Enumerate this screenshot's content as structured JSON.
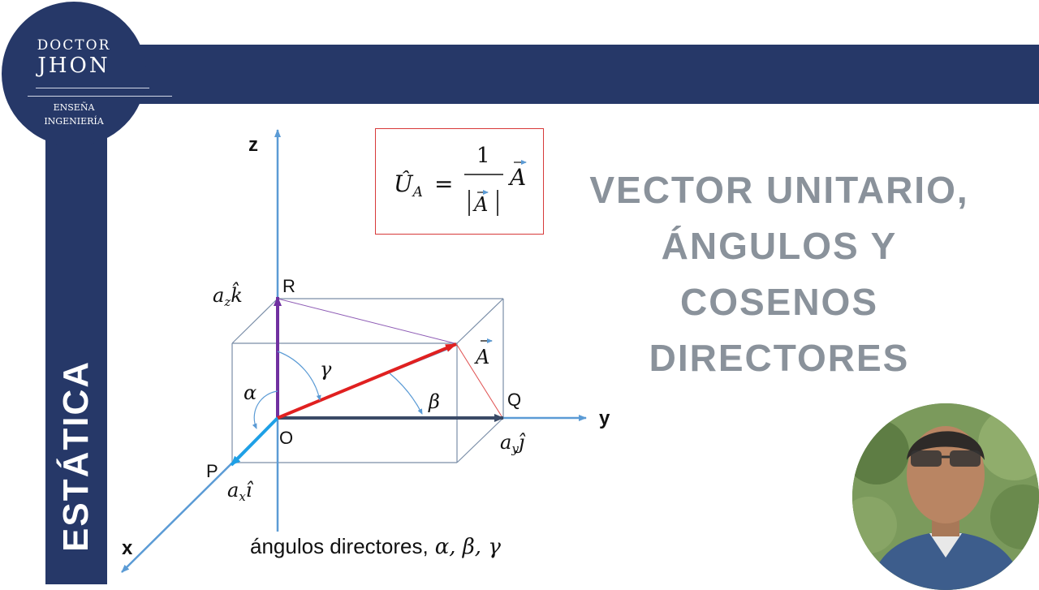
{
  "logo": {
    "line1": "DOCTOR",
    "line2": "JHON",
    "line3": "ENSEÑA",
    "line4": "INGENIERÍA"
  },
  "subject": "ESTÁTICA",
  "title_lines": [
    "VECTOR UNITARIO,",
    "ÁNGULOS Y",
    "COSENOS",
    "DIRECTORES"
  ],
  "formula": {
    "lhs": "Û",
    "lhs_sub": "A",
    "equals": "=",
    "numerator": "1",
    "denominator": "A",
    "vector": "A"
  },
  "diagram": {
    "axes": {
      "z": "z",
      "y": "y",
      "x": "x"
    },
    "points": {
      "R": "R",
      "Q": "Q",
      "P": "P",
      "O": "O"
    },
    "vector_label": "A",
    "components": {
      "z": {
        "coef": "a",
        "sub": "z",
        "unit": "k̂"
      },
      "y": {
        "coef": "a",
        "sub": "y",
        "unit": "ĵ"
      },
      "x": {
        "coef": "a",
        "sub": "x",
        "unit": "î"
      }
    },
    "angles": {
      "alpha": "α",
      "beta": "β",
      "gamma": "γ"
    },
    "caption_text": "ángulos directores,",
    "caption_symbols": "α, β, γ"
  },
  "colors": {
    "navy": "#263868",
    "title_gray": "#8a929b",
    "axis_blue": "#5b9bd5",
    "vector_red": "#e02020",
    "z_component": "#7030a0",
    "y_component": "#3a4a66",
    "x_component": "#1ea0e6",
    "box_edges": "#7a8ea8"
  }
}
